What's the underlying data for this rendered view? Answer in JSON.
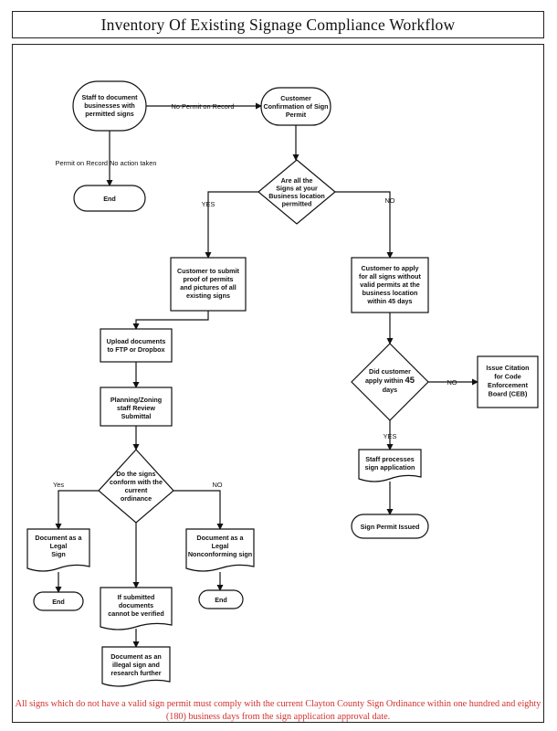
{
  "title": "Inventory Of Existing Signage Compliance Workflow",
  "nodes": {
    "staff_document": [
      "Staff to document",
      "businesses with",
      "permitted signs"
    ],
    "customer_confirmation": [
      "Customer",
      "Confirmation of Sign",
      "Permit"
    ],
    "end_top": [
      "End"
    ],
    "are_all_signs": [
      "Are all the",
      "Signs at your",
      "Business location",
      "permitted"
    ],
    "submit_proof": [
      "Customer to submit",
      "proof of  permits",
      "and pictures of all",
      "existing signs"
    ],
    "apply_signs": [
      "Customer to apply",
      "for all signs without",
      "valid permits at the",
      "business location",
      "within 45 days"
    ],
    "upload_docs": [
      "Upload documents",
      "to FTP or Dropbox"
    ],
    "did_apply": [
      "Did customer",
      "apply within 45",
      "days"
    ],
    "issue_citation": [
      "Issue Citation",
      "for Code",
      "Enforcement",
      "Board (CEB)"
    ],
    "planning_review": [
      "Planning/Zoning",
      "staff Review",
      "Submittal"
    ],
    "staff_processes": [
      "Staff processes",
      "sign application"
    ],
    "sign_permit_issued": [
      "Sign Permit Issued"
    ],
    "conform": [
      "Do the signs",
      "conform with the",
      "current",
      "ordinance"
    ],
    "legal_sign": [
      "Document as a",
      "Legal",
      "Sign"
    ],
    "legal_nonconforming": [
      "Document as a",
      "Legal",
      "Nonconforming sign"
    ],
    "end_legal": [
      "End"
    ],
    "cannot_verify": [
      "If submitted",
      "documents",
      "cannot be verified"
    ],
    "end_nonconforming": [
      "End"
    ],
    "illegal_sign": [
      "Document as an",
      "illegal sign and",
      "research further"
    ]
  },
  "edges": {
    "no_permit": "No Permit on Record",
    "permit_on_record": "Permit on Record No action taken",
    "yes_upper": "YES",
    "no_upper": "NO",
    "no_citation": "NO",
    "yes_processes": "YES",
    "yes_legal": "Yes",
    "no_nonconforming": "NO"
  },
  "footer": "All signs which do not have a valid sign permit  must comply with the current Clayton County Sign Ordinance within one hundred and eighty (180) business days from the sign application approval date."
}
